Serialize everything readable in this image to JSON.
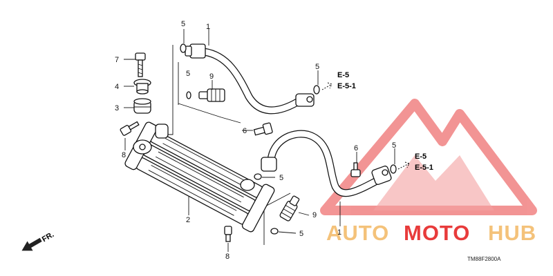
{
  "callouts": {
    "p1_top": "1",
    "p1_bottom": "1",
    "p2": "2",
    "p3": "3",
    "p4": "4",
    "p5_top": "5",
    "p5_left": "5",
    "p5_arrow_top": "5",
    "p5_mid": "5",
    "p5_right": "5",
    "p5_bottom": "5",
    "p6_mid": "6",
    "p6_right": "6",
    "p7": "7",
    "p8_top": "8",
    "p8_bottom": "8",
    "p9_top": "9",
    "p9_bottom": "9"
  },
  "refs": {
    "upper_a": "E-5",
    "upper_b": "E-5-1",
    "lower_a": "E-5",
    "lower_b": "E-5-1"
  },
  "front_label": "FR.",
  "diagram_code": "TM88F2800A",
  "watermark": {
    "part1": "AUTO",
    "part2": "MOTO",
    "part3": "HUB",
    "color_gold": "#f4c27a",
    "color_red": "#e83b3b"
  }
}
